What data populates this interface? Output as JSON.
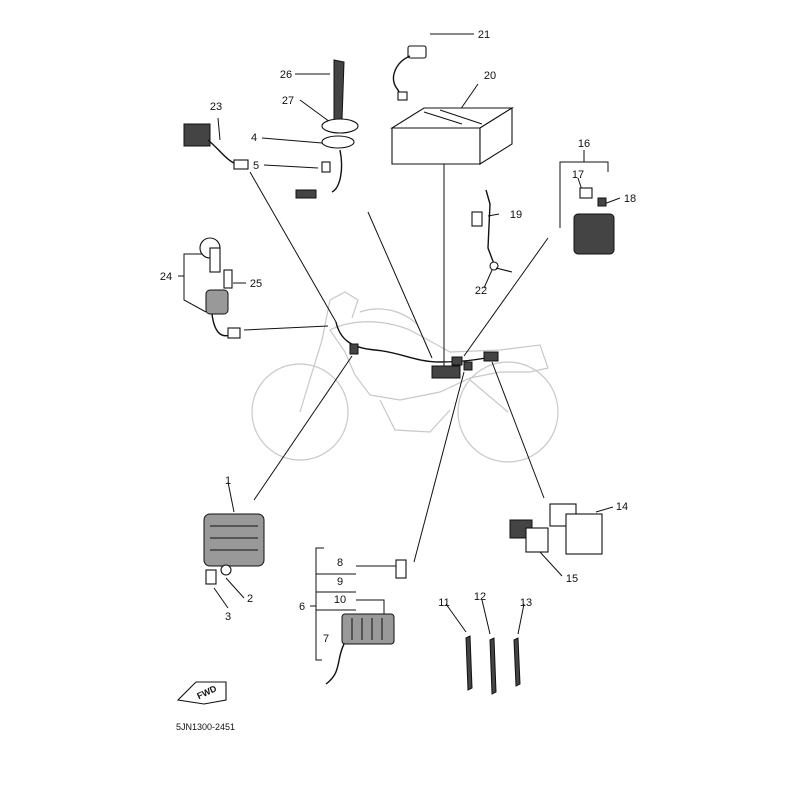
{
  "diagram": {
    "drawing_code": "5JN1300-2451",
    "direction_badge": "FWD",
    "callouts": {
      "c1": "1",
      "c2": "2",
      "c3": "3",
      "c4": "4",
      "c5": "5",
      "c6": "6",
      "c7": "7",
      "c8": "8",
      "c9": "9",
      "c10": "10",
      "c11": "11",
      "c12": "12",
      "c13": "13",
      "c14": "14",
      "c15": "15",
      "c16": "16",
      "c17": "17",
      "c18": "18",
      "c19": "19",
      "c20": "20",
      "c21": "21",
      "c22": "22",
      "c23": "23",
      "c24": "24",
      "c25": "25",
      "c26": "26",
      "c27": "27"
    }
  }
}
